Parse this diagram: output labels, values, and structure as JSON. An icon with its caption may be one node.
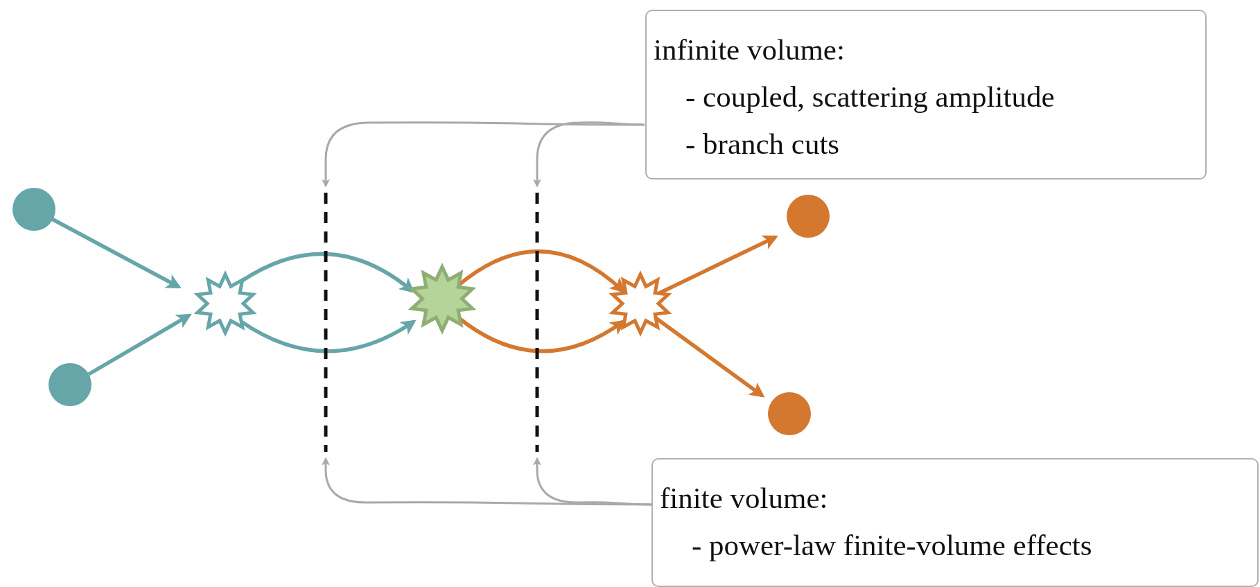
{
  "diagram": {
    "nodes": [
      {
        "text": [],
        "shape": "circle"
      },
      {
        "text": [],
        "shape": "circle"
      },
      {
        "text": [],
        "shape": "star"
      },
      {
        "text": [],
        "shape": "star"
      },
      {
        "text": [],
        "shape": "star"
      },
      {
        "text": [],
        "shape": "circle"
      },
      {
        "text": [],
        "shape": "circle"
      },
      {
        "text": [],
        "shape": "line"
      },
      {
        "text": [],
        "shape": "line"
      },
      {
        "text": [
          "infinite volume:",
          "- coupled, scattering amplitude",
          "- branch cuts"
        ]
      },
      {
        "text": [
          "finite volume:",
          "- power-law finite-volume effects"
        ]
      }
    ],
    "edges": [
      {
        "from": 0,
        "to": 2,
        "arrow": "to",
        "color": "#66a5a8"
      },
      {
        "from": 1,
        "to": 2,
        "arrow": "to",
        "color": "#66a5a8"
      },
      {
        "from": 2,
        "to": 3,
        "arrow": "to",
        "color": "#66a5a8"
      },
      {
        "from": 2,
        "to": 3,
        "arrow": "to",
        "color": "#66a5a8"
      },
      {
        "from": 3,
        "to": 4,
        "arrow": "to",
        "color": "#d4772f"
      },
      {
        "from": 3,
        "to": 4,
        "arrow": "to",
        "color": "#d4772f"
      },
      {
        "from": 4,
        "to": 5,
        "arrow": "to",
        "color": "#d4772f"
      },
      {
        "from": 4,
        "to": 6,
        "arrow": "to",
        "color": "#d4772f"
      },
      {
        "from": 9,
        "to": 7,
        "arrow": "to"
      },
      {
        "from": 9,
        "to": 8,
        "arrow": "to"
      },
      {
        "from": 10,
        "to": 7,
        "arrow": "to"
      },
      {
        "from": 10,
        "to": 8,
        "arrow": "to"
      }
    ]
  }
}
